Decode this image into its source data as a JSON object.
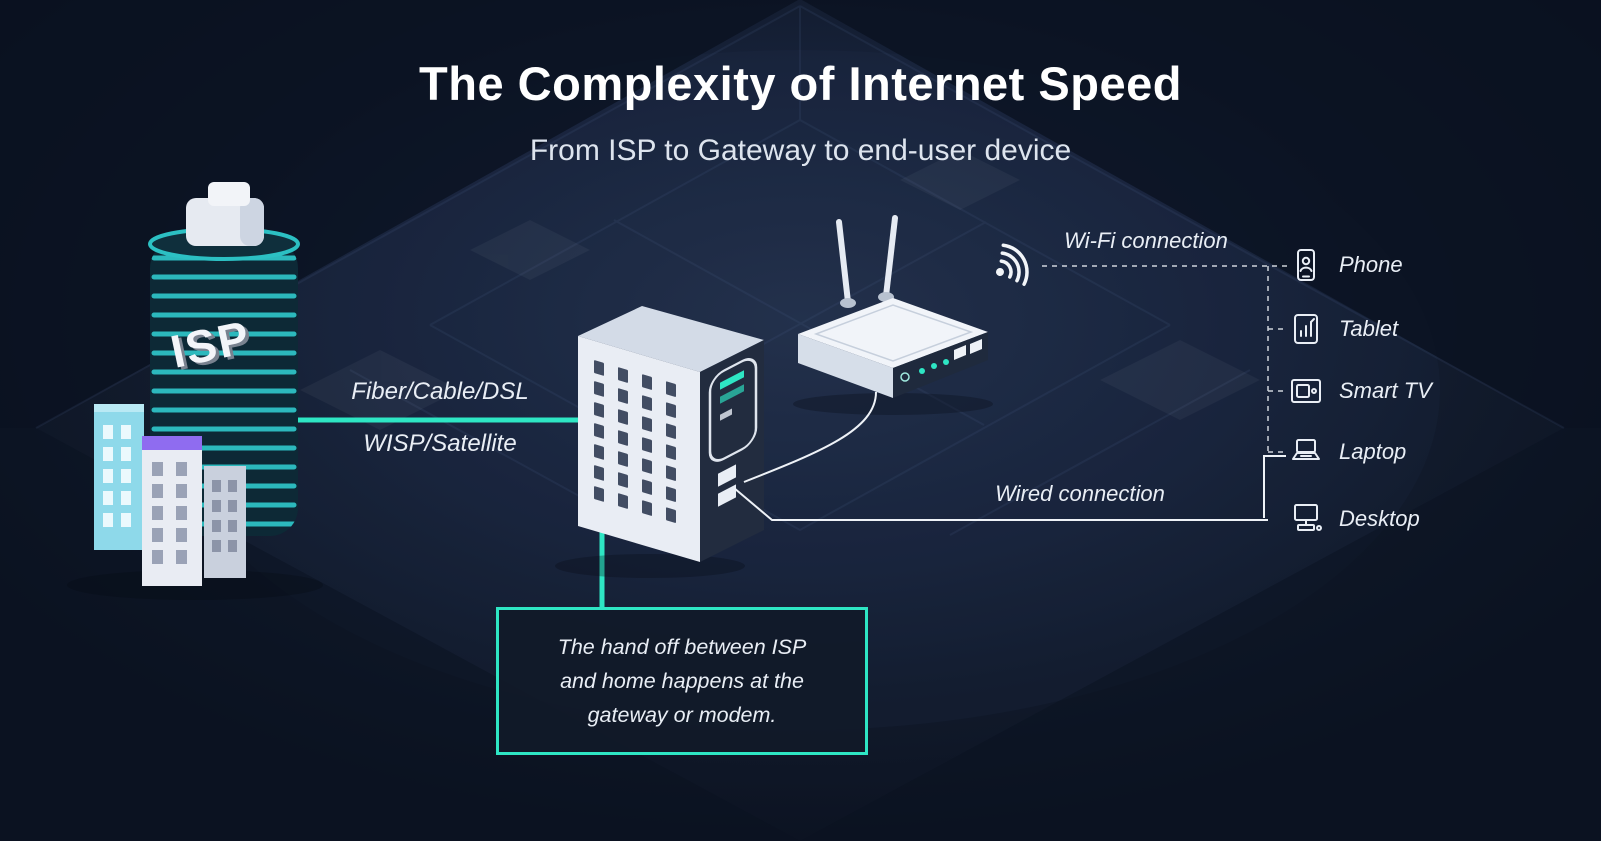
{
  "header": {
    "title": "The Complexity of Internet Speed",
    "subtitle": "From ISP to Gateway to end-user device"
  },
  "isp": {
    "building_label": "ISP"
  },
  "connections": {
    "isp_link_label_top": "Fiber/Cable/DSL",
    "isp_link_label_bottom": "WISP/Satellite",
    "wifi_label": "Wi-Fi connection",
    "wired_label": "Wired connection"
  },
  "callout": {
    "lines": [
      "The hand off between ISP",
      "and home happens at the",
      "gateway or modem."
    ]
  },
  "devices": [
    {
      "label": "Phone"
    },
    {
      "label": "Tablet"
    },
    {
      "label": "Smart TV"
    },
    {
      "label": "Laptop"
    },
    {
      "label": "Desktop"
    }
  ],
  "colors": {
    "background": "#121b2b",
    "accent_teal": "#2ee6c4",
    "text": "#f2f5f8",
    "isp_tower_teal": "#2cb9bd",
    "purple_accent": "#8f6cf0"
  }
}
